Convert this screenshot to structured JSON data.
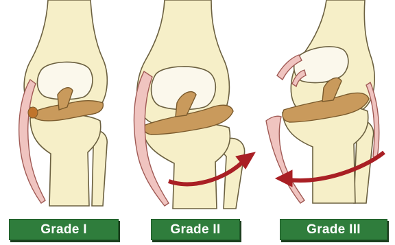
{
  "panels": [
    {
      "label": "Grade I"
    },
    {
      "label": "Grade II"
    },
    {
      "label": "Grade III"
    }
  ],
  "colors": {
    "bone": "#f6efc8",
    "bone_stroke": "#6b6040",
    "cartilage": "#fbf8ec",
    "ligament": "#f0c4c0",
    "ligament_stroke": "#a05a55",
    "meniscus": "#c99a5c",
    "meniscus_stroke": "#7a5a2c",
    "torn_point": "#c0742c",
    "arrow": "#a91f24",
    "label_bg": "#2f7d3c",
    "label_text": "#ffffff"
  }
}
